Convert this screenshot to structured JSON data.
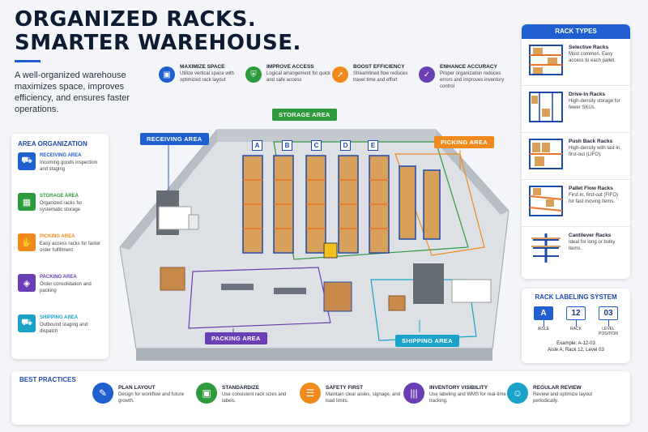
{
  "title_line1": "ORGANIZED RACKS.",
  "title_line2": "SMARTER WAREHOUSE.",
  "intro": "A well-organized warehouse maximizes space, improves efficiency, and ensures faster operations.",
  "benefits": [
    {
      "icon": "cube-icon",
      "color": "#1f5fd0",
      "title": "MAXIMIZE SPACE",
      "desc": "Utilize vertical space with optimized rack layout"
    },
    {
      "icon": "shield-icon",
      "color": "#2e9a3e",
      "title": "IMPROVE ACCESS",
      "desc": "Logical arrangement for quick and safe access"
    },
    {
      "icon": "rocket-icon",
      "color": "#f08a1c",
      "title": "BOOST EFFICIENCY",
      "desc": "Streamlined flow reduces travel time and effort"
    },
    {
      "icon": "check-circle-icon",
      "color": "#6a3fb5",
      "title": "ENHANCE ACCURACY",
      "desc": "Proper organization reduces errors and improves inventory control"
    }
  ],
  "area_org": {
    "heading": "AREA ORGANIZATION",
    "items": [
      {
        "icon": "truck-icon",
        "color": "#1f5fd0",
        "title": "RECEIVING AREA",
        "desc": "Incoming goods inspection and staging"
      },
      {
        "icon": "shelves-icon",
        "color": "#2e9a3e",
        "title": "STORAGE AREA",
        "desc": "Organized racks for systematic storage"
      },
      {
        "icon": "hand-box-icon",
        "color": "#f08a1c",
        "title": "PICKING AREA",
        "desc": "Easy access racks for faster order fulfillment"
      },
      {
        "icon": "box-icon",
        "color": "#6a3fb5",
        "title": "PACKING AREA",
        "desc": "Order consolidation and packing"
      },
      {
        "icon": "shipping-truck-icon",
        "color": "#1aa2c9",
        "title": "SHIPPING AREA",
        "desc": "Outbound staging and dispatch"
      }
    ]
  },
  "rack_types": {
    "heading": "RACK TYPES",
    "items": [
      {
        "title": "Selective Racks",
        "desc": "Most common. Easy access to each pallet."
      },
      {
        "title": "Drive-In Racks",
        "desc": "High-density storage for fewer SKUs."
      },
      {
        "title": "Push Back Racks",
        "desc": "High-density with last-in, first-out (LIFO)."
      },
      {
        "title": "Pallet Flow Racks",
        "desc": "First-in, first-out (FIFO) for fast moving items."
      },
      {
        "title": "Cantilever Racks",
        "desc": "Ideal for long or bulky items."
      }
    ]
  },
  "labeling": {
    "heading": "RACK LABELING SYSTEM",
    "boxes": [
      {
        "value": "A",
        "caption": "AISLE"
      },
      {
        "value": "12",
        "caption": "RACK"
      },
      {
        "value": "03",
        "caption": "LEVEL POSITION"
      }
    ],
    "example_line1": "Example: A-12-03",
    "example_line2": "Aisle A, Rack 12, Level 03"
  },
  "zones": {
    "storage": "STORAGE AREA",
    "receiving": "RECEIVING AREA",
    "picking": "PICKING AREA",
    "packing": "PACKING AREA",
    "shipping": "SHIPPING AREA",
    "aisles": [
      "A",
      "B",
      "C",
      "D",
      "E"
    ]
  },
  "best_practices": {
    "heading": "BEST PRACTICES",
    "items": [
      {
        "icon": "pen-icon",
        "color": "#1f5fd0",
        "title": "PLAN LAYOUT",
        "desc": "Design for workflow and future growth."
      },
      {
        "icon": "cube-icon",
        "color": "#2e9a3e",
        "title": "STANDARDIZE",
        "desc": "Use consistent rack sizes and labels."
      },
      {
        "icon": "clipboard-icon",
        "color": "#f08a1c",
        "title": "SAFETY FIRST",
        "desc": "Maintain clear aisles, signage, and load limits."
      },
      {
        "icon": "barcode-icon",
        "color": "#6a3fb5",
        "title": "INVENTORY VISIBILITY",
        "desc": "Use labeling and WMS for real-time tracking."
      },
      {
        "icon": "team-icon",
        "color": "#1aa2c9",
        "title": "REGULAR REVIEW",
        "desc": "Review and optimize layout periodically."
      }
    ]
  }
}
